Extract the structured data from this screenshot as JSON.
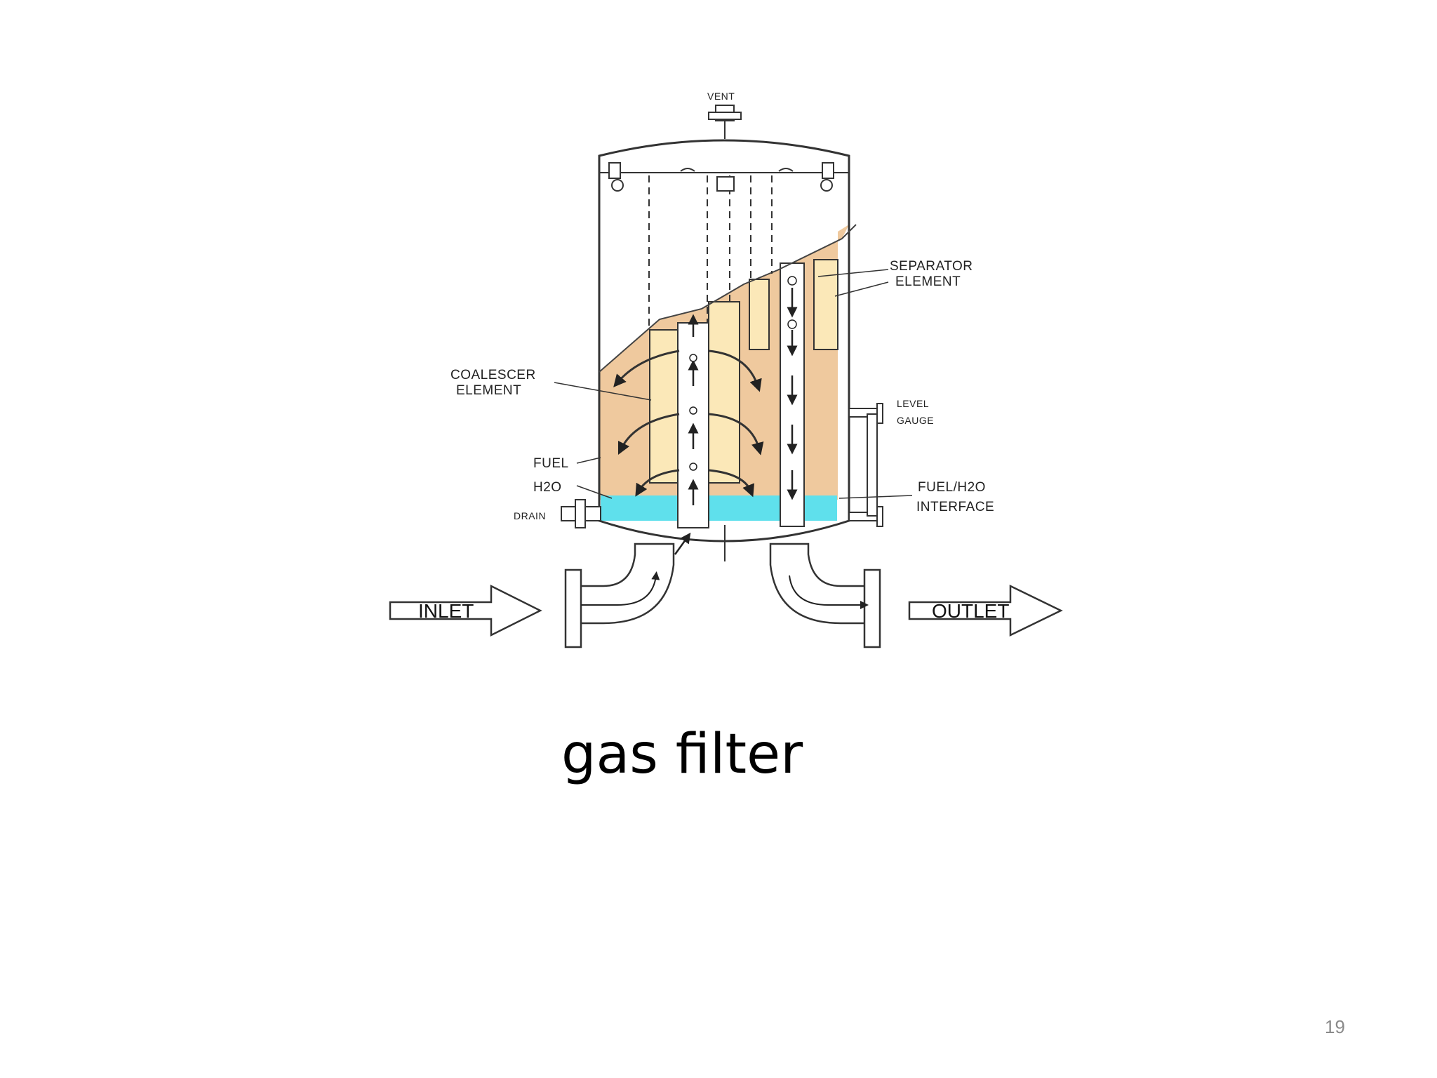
{
  "slide": {
    "caption": "gas filter",
    "page_number": "19"
  },
  "diagram": {
    "labels": {
      "vent": "VENT",
      "separator_element": [
        "SEPARATOR",
        "ELEMENT"
      ],
      "coalescer_element": [
        "COALESCER",
        "ELEMENT"
      ],
      "level_gauge": [
        "LEVEL",
        "GAUGE"
      ],
      "fuel": "FUEL",
      "h2o": "H2O",
      "drain": "DRAIN",
      "fuel_h2o_interface": [
        "FUEL/H2O",
        "INTERFACE"
      ],
      "inlet": "INLET",
      "outlet": "OUTLET"
    },
    "colors": {
      "fuel": "#efc99e",
      "element": "#fbe8b8",
      "water": "#5fe0ec",
      "line": "#333333"
    }
  }
}
